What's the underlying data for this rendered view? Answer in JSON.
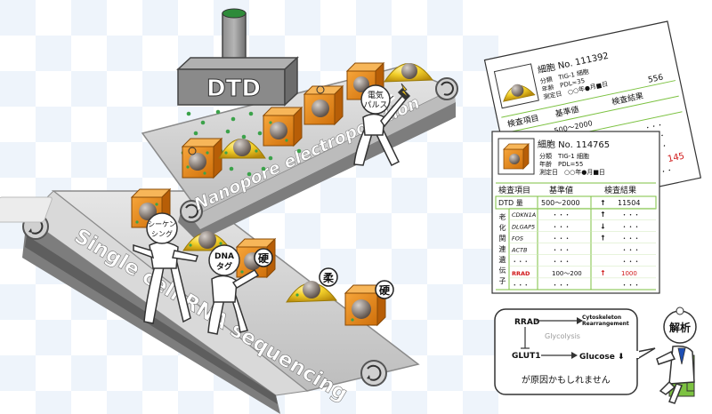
{
  "machine": {
    "label": "DTD"
  },
  "upper_belt": {
    "label": "Nanopore electroporation"
  },
  "lower_belt": {
    "label": "Single cell RNA sequencing"
  },
  "speech": {
    "electric_pulse_line1": "電気",
    "electric_pulse_line2": "パルス",
    "sequencing_line1": "シーケン",
    "sequencing_line2": "シング",
    "dna_tag_line1": "DNA",
    "dna_tag_line2": "タグ",
    "hard": "硬",
    "soft": "柔",
    "analysis": "解析"
  },
  "card_back": {
    "title_prefix": "細胞 No.",
    "number": "111392",
    "row1_label": "分類",
    "row1_value": "TIG-1 細胞",
    "row2_label": "年齢",
    "row2_value": "PDL=35",
    "row3_label": "測定日",
    "row3_value": "○○年●月■日",
    "col_item": "検査項目",
    "col_standard": "基準値",
    "col_result": "検査結果",
    "dtd_standard": "500〜2000",
    "dtd_result": "556",
    "rrad_result": "145",
    "dots": "・・・"
  },
  "card_front": {
    "title_prefix": "細胞 No.",
    "number": "114765",
    "row1_label": "分類",
    "row1_value": "TIG-1 細胞",
    "row2_label": "年齢",
    "row2_value": "PDL=55",
    "row3_label": "測定日",
    "row3_value": "○○年●月■日",
    "col_item": "検査項目",
    "col_standard": "基準値",
    "col_result": "検査結果",
    "side_label": [
      "老",
      "化",
      "関",
      "連",
      "遺",
      "伝",
      "子"
    ],
    "dots": "・・・",
    "rows": [
      {
        "item": "DTD 量",
        "standard": "500〜2000",
        "arrow": "↑",
        "result": "11504"
      },
      {
        "item": "CDKN1A",
        "standard": "・・・",
        "arrow": "↑",
        "result": "・・・"
      },
      {
        "item": "DLGAP5",
        "standard": "・・・",
        "arrow": "↓",
        "result": "・・・"
      },
      {
        "item": "FOS",
        "standard": "・・・",
        "arrow": "↑",
        "result": "・・・"
      },
      {
        "item": "ACTB",
        "standard": "・・・",
        "arrow": "",
        "result": "・・・"
      },
      {
        "item": "・・・",
        "standard": "・・・",
        "arrow": "",
        "result": "・・・"
      },
      {
        "item": "RRAD",
        "standard": "100〜200",
        "arrow": "↑",
        "result": "1000"
      },
      {
        "item": "・・・",
        "standard": "・・・",
        "arrow": "",
        "result": "・・・"
      }
    ]
  },
  "pathway": {
    "rrad": "RRAD",
    "glycolysis": "Glycolysis",
    "glut1": "GLUT1",
    "cytoskeleton_line1": "Cytoskeleton",
    "cytoskeleton_line2": "Rearrangement",
    "glucose": "Glucose",
    "glucose_arrow": "⬇",
    "conclusion": "が原因かもしれません"
  },
  "colors": {
    "belt": "#c9c9c9",
    "belt_dark": "#5e5e5e",
    "cube": "#e88a1a",
    "cell": "#e6c21e",
    "nucleus": "#8a7e74",
    "highlight_red": "#d01818",
    "table_green": "#7cc241"
  }
}
